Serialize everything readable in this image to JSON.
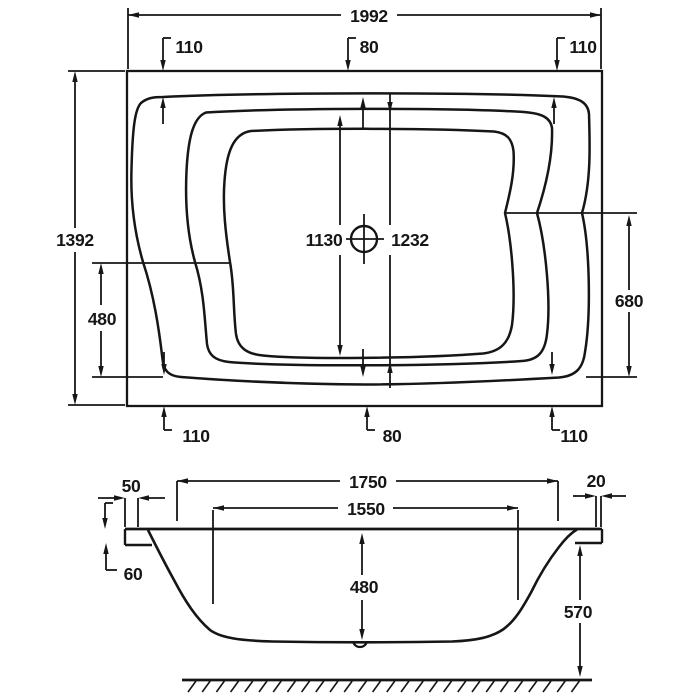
{
  "drawing": {
    "type": "technical-dimension-drawing",
    "subject": "bathtub plan view and cross-section with millimetre dimensions",
    "colors": {
      "line": "#161616",
      "background": "#ffffff"
    },
    "views": {
      "plan": {
        "name": "bathtub-plan-view",
        "labels": [
          {
            "id": "plan-overall-width",
            "text": "1992"
          },
          {
            "id": "plan-rim-top-left",
            "text": "110"
          },
          {
            "id": "plan-rim-top-center",
            "text": "80"
          },
          {
            "id": "plan-rim-top-right",
            "text": "110"
          },
          {
            "id": "plan-overall-depth",
            "text": "1392"
          },
          {
            "id": "plan-basin-length",
            "text": "1130"
          },
          {
            "id": "plan-centerline-length",
            "text": "1232"
          },
          {
            "id": "plan-side-width-left",
            "text": "480"
          },
          {
            "id": "plan-side-width-right",
            "text": "680"
          },
          {
            "id": "plan-rim-bottom-left",
            "text": "110"
          },
          {
            "id": "plan-rim-bottom-center",
            "text": "80"
          },
          {
            "id": "plan-rim-bottom-right",
            "text": "110"
          }
        ]
      },
      "section": {
        "name": "bathtub-section-view",
        "labels": [
          {
            "id": "section-rim-left",
            "text": "50"
          },
          {
            "id": "section-outer-width",
            "text": "1750"
          },
          {
            "id": "section-inner-width",
            "text": "1550"
          },
          {
            "id": "section-rim-right",
            "text": "20"
          },
          {
            "id": "section-apron-left",
            "text": "60"
          },
          {
            "id": "section-inner-depth",
            "text": "480"
          },
          {
            "id": "section-overall-height",
            "text": "570"
          }
        ]
      }
    }
  }
}
